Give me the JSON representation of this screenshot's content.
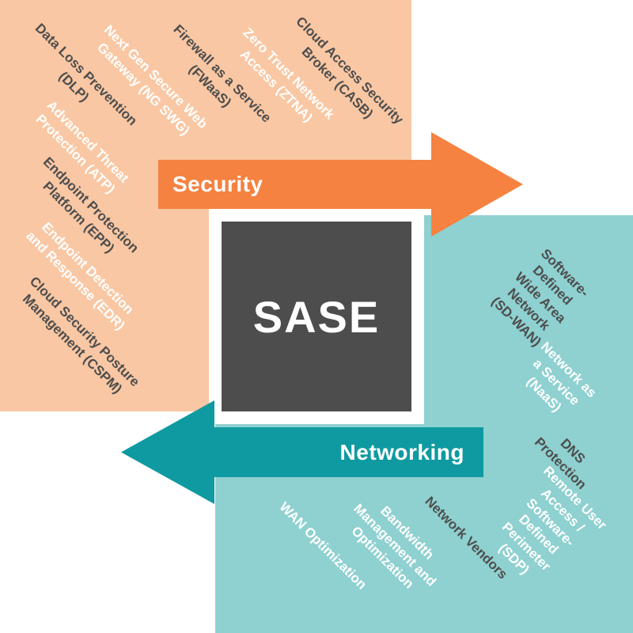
{
  "center": {
    "label": "SASE",
    "square_color": "#4d4d4d"
  },
  "arrows": {
    "security": {
      "label": "Security",
      "color": "#f58240"
    },
    "networking": {
      "label": "Networking",
      "color": "#0f9aa1"
    }
  },
  "security": {
    "background": "#f9c7a3",
    "items": [
      {
        "id": "casb",
        "label": "Cloud Access Security\nBroker (CASB)",
        "text_color": "#4d4d4d"
      },
      {
        "id": "ztna",
        "label": "Zero Trust Network\nAccess (ZTNA)",
        "text_color": "#ffffff"
      },
      {
        "id": "fwaas",
        "label": "Firewall as a Service\n(FWaaS)",
        "text_color": "#4d4d4d"
      },
      {
        "id": "ngswg",
        "label": "Next Gen Secure Web\nGateway (NG SWG)",
        "text_color": "#ffffff"
      },
      {
        "id": "dlp",
        "label": "Data Loss Prevention\n(DLP)",
        "text_color": "#4d4d4d"
      },
      {
        "id": "atp",
        "label": "Advanced Threat\nProtection (ATP)",
        "text_color": "#ffffff"
      },
      {
        "id": "epp",
        "label": "Endpoint Protection\nPlatform (EPP)",
        "text_color": "#4d4d4d"
      },
      {
        "id": "edr",
        "label": "Endpoint Detection\nand Response (EDR)",
        "text_color": "#ffffff"
      },
      {
        "id": "cspm",
        "label": "Cloud Security Posture\nManagement (CSPM)",
        "text_color": "#4d4d4d"
      }
    ]
  },
  "networking": {
    "background": "#8fd0d0",
    "items": [
      {
        "id": "sdwan",
        "label": "Software-Defined\nWide Area Network\n(SD-WAN)",
        "text_color": "#4d4d4d"
      },
      {
        "id": "naas",
        "label": "Network as a Service\n(NaaS)",
        "text_color": "#ffffff"
      },
      {
        "id": "dns",
        "label": "DNS Protection",
        "text_color": "#4d4d4d"
      },
      {
        "id": "sdp",
        "label": "Remote User Access /\nSoftware-Defined\nPerimeter (SDP)",
        "text_color": "#ffffff"
      },
      {
        "id": "vendors",
        "label": "Network Vendors",
        "text_color": "#4d4d4d"
      },
      {
        "id": "bandwidth",
        "label": "Bandwidth\nManagement and\nOptimization",
        "text_color": "#ffffff"
      },
      {
        "id": "wanopt",
        "label": "WAN Optimization",
        "text_color": "#ffffff"
      }
    ]
  },
  "colors": {
    "dark_text": "#4d4d4d",
    "white_text": "#ffffff",
    "security_fill": "#f9c7a3",
    "networking_fill": "#8fd0d0",
    "security_arrow": "#f58240",
    "networking_arrow": "#0f9aa1",
    "center_square": "#4d4d4d"
  }
}
